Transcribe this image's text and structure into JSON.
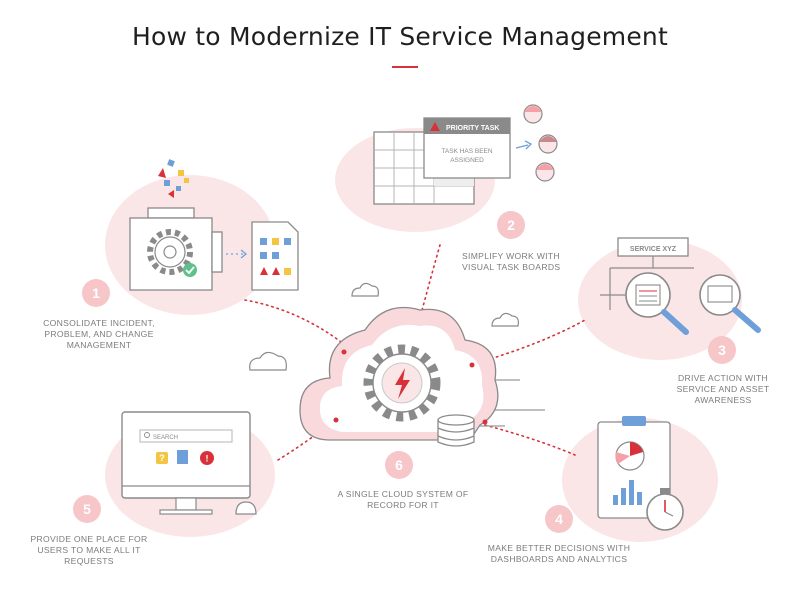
{
  "title": "How to Modernize IT Service Management",
  "steps": [
    {
      "num": "1",
      "caption": "CONSOLIDATE INCIDENT, PROBLEM, AND CHANGE MANAGEMENT"
    },
    {
      "num": "2",
      "caption": "SIMPLIFY WORK WITH VISUAL TASK BOARDS"
    },
    {
      "num": "3",
      "caption": "DRIVE ACTION WITH SERVICE AND ASSET AWARENESS"
    },
    {
      "num": "4",
      "caption": "MAKE BETTER DECISIONS WITH DASHBOARDS AND ANALYTICS"
    },
    {
      "num": "5",
      "caption": "PROVIDE ONE PLACE FOR USERS TO MAKE ALL IT REQUESTS"
    },
    {
      "num": "6",
      "caption": "A SINGLE CLOUD SYSTEM OF RECORD FOR IT"
    }
  ],
  "task_card": {
    "header": "PRIORITY TASK",
    "line1": "TASK HAS BEEN",
    "line2": "ASSIGNED"
  },
  "service_label": "SERVICE XYZ",
  "search_placeholder": "SEARCH",
  "colors": {
    "accent": "#d8313a",
    "blush": "#fbe6e7",
    "badge": "#f6c6c9",
    "stroke": "#8a8a8a",
    "blue": "#6f9fd8",
    "yellow": "#f4c542"
  }
}
